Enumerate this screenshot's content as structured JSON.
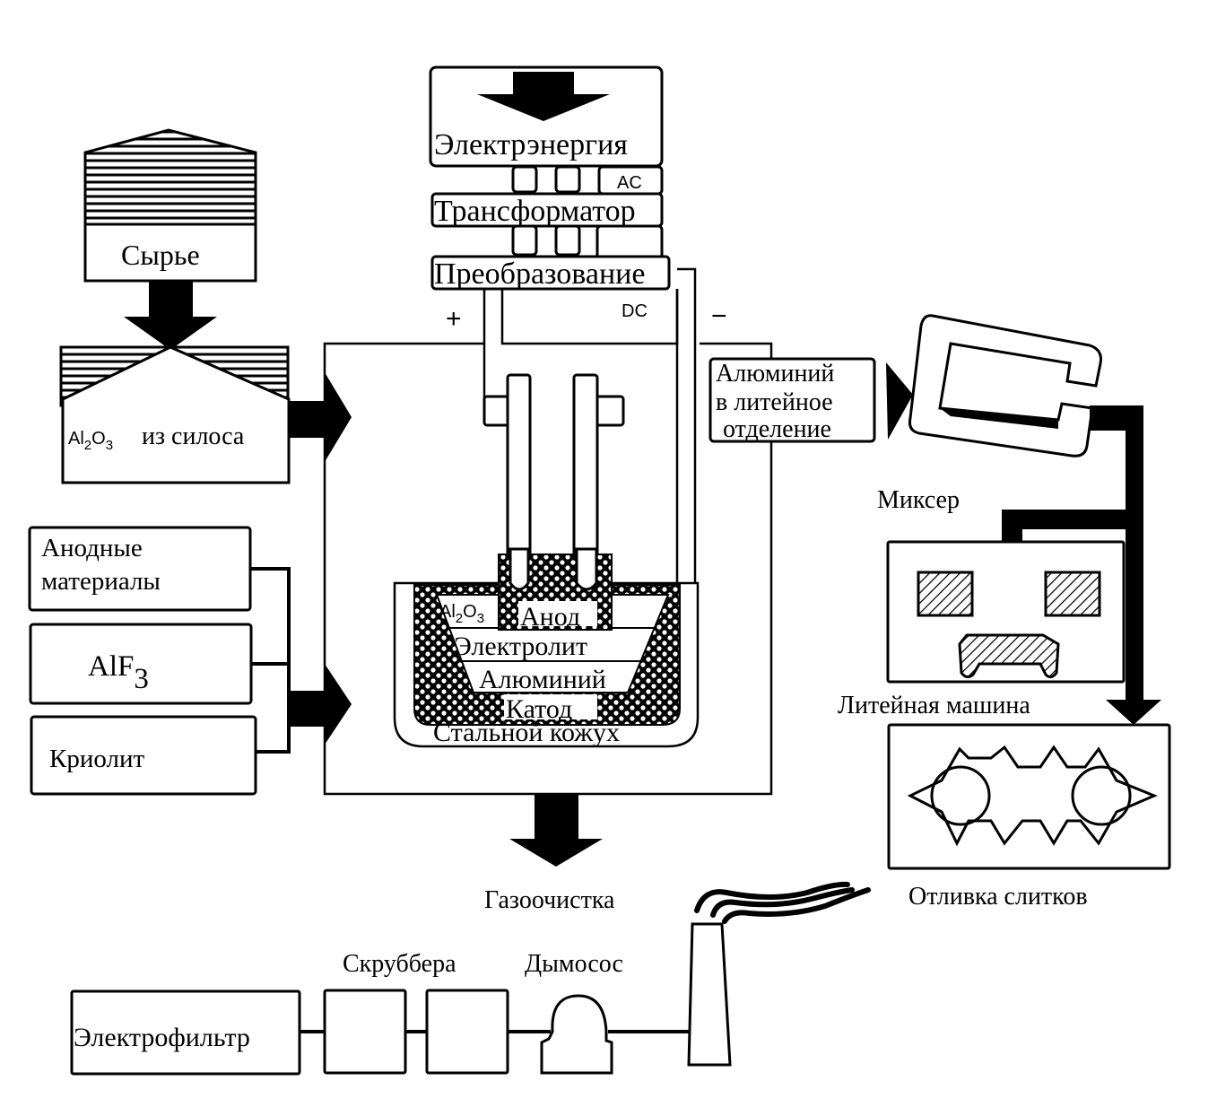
{
  "diagram": {
    "title": "Aluminium electrolysis production flow",
    "power": {
      "electricity": "Электрэнергия",
      "transformer": "Трансформатор",
      "conversion": "Преобразование",
      "ac": "AC",
      "dc": "DC",
      "plus": "+",
      "minus": "−"
    },
    "raw": {
      "raw_material": "Сырье",
      "alumina_formula": "Al",
      "alumina_sub1": "2",
      "alumina_o": "O",
      "alumina_sub2": "3",
      "alumina_silo": "из силоса"
    },
    "inputs": {
      "anode_materials_line1": "Анодные",
      "anode_materials_line2": "материалы",
      "alf3": "AlF",
      "alf3_sub": "3",
      "cryolite": "Криолит"
    },
    "cell": {
      "al2o3": "Al",
      "al2o3_sub1": "2",
      "al2o3_o": "O",
      "al2o3_sub2": "3",
      "anode": "Анод",
      "electrolyte": "Электролит",
      "aluminium": "Алюминий",
      "cathode": "Катод",
      "steel_shell": "Стальной кожух"
    },
    "casting": {
      "to_foundry_line1": "Алюминий",
      "to_foundry_line2": "в литейное",
      "to_foundry_line3": "отделение",
      "mixer": "Миксер",
      "casting_machine": "Литейная машина",
      "ingot_casting": "Отливка слитков"
    },
    "gas": {
      "gas_cleaning": "Газоочистка",
      "electrofilter": "Электрофильтр",
      "scrubbers": "Скруббера",
      "exhauster": "Дымосос"
    },
    "colors": {
      "ink": "#000000",
      "paper": "#ffffff"
    }
  }
}
